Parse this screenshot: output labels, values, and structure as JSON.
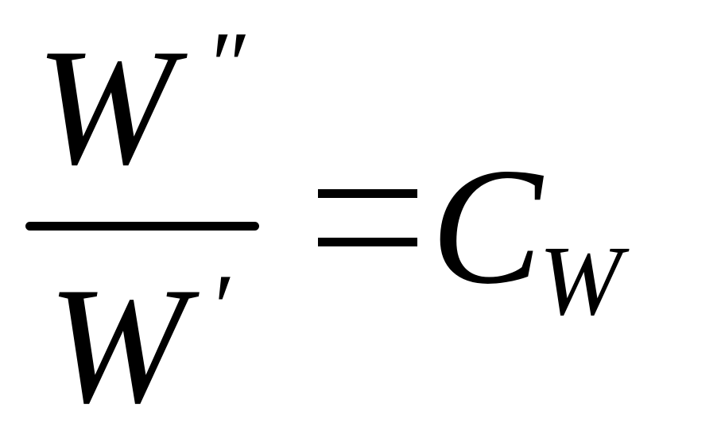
{
  "equation": {
    "numerator": {
      "variable": "W",
      "prime": "″"
    },
    "denominator": {
      "variable": "W",
      "prime": "′"
    },
    "equals": "=",
    "constant": "C",
    "subscript": "W"
  },
  "colors": {
    "ink": "#000000",
    "background": "#ffffff"
  }
}
